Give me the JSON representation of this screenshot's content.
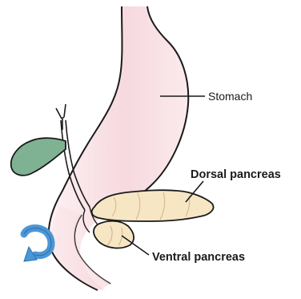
{
  "labels": {
    "stomach": "Stomach",
    "dorsal_pancreas": "Dorsal pancreas",
    "ventral_pancreas": "Ventral pancreas"
  },
  "colors": {
    "stomach_fill": "#f7dfe3",
    "pancreas_fill": "#f6e6c4",
    "gallbladder_fill": "#7fb292",
    "rotation_arrow": "#4a97d8",
    "outline": "#1a1a1a"
  },
  "icons": {
    "rotation": "curved-rotation-arrow"
  }
}
